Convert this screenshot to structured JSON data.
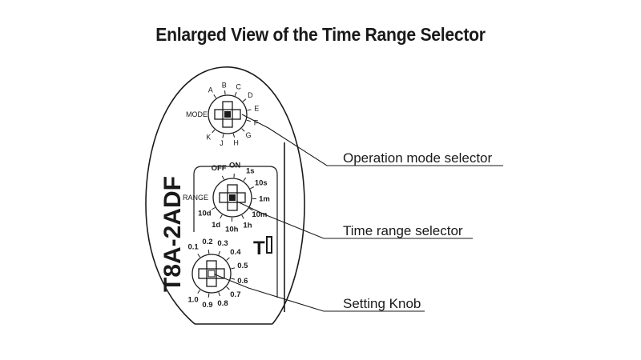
{
  "title": "Enlarged View of the Time Range Selector",
  "callouts": {
    "mode": "Operation mode selector",
    "range": "Time range selector",
    "knob": "Setting Knob"
  },
  "model_text": "T8A-2ADF",
  "logo_text": "T",
  "mode_dial": {
    "label": "MODE",
    "ticks": [
      "A",
      "B",
      "C",
      "D",
      "E",
      "F",
      "G",
      "H",
      "J",
      "K"
    ]
  },
  "range_dial": {
    "label": "RANGE",
    "ticks": [
      "OFF",
      "ON",
      "1s",
      "10s",
      "1m",
      "10m",
      "1h",
      "10h",
      "1d",
      "10d"
    ]
  },
  "setting_knob": {
    "ticks": [
      "0.1",
      "0.2",
      "0.3",
      "0.4",
      "0.5",
      "0.6",
      "0.7",
      "0.8",
      "0.9",
      "1.0"
    ]
  }
}
